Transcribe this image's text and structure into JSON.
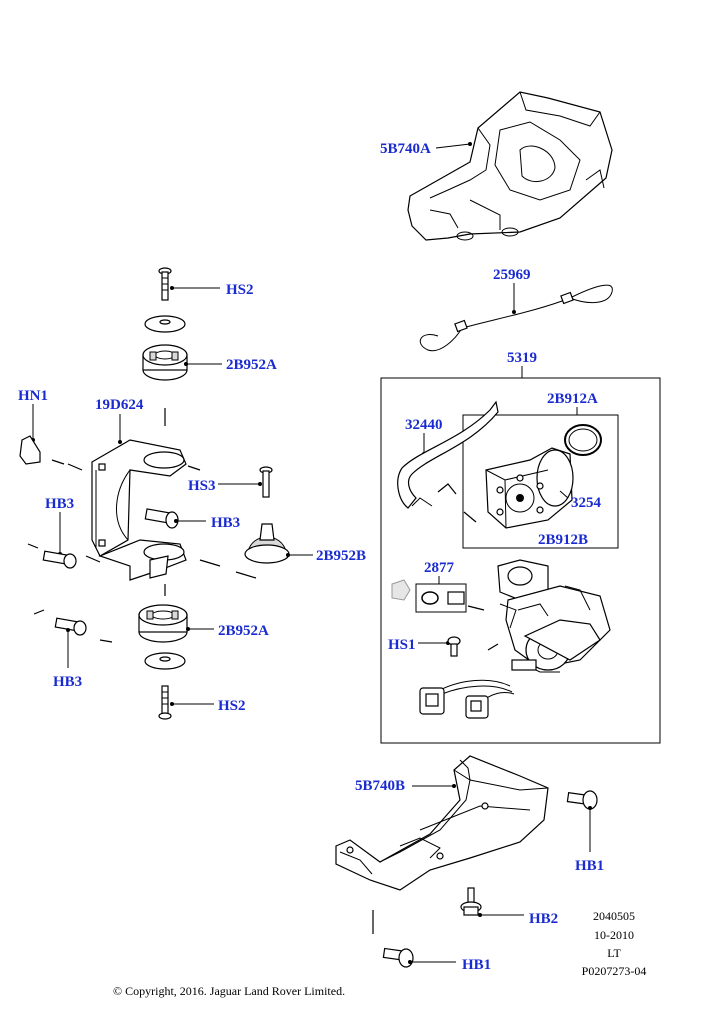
{
  "callouts": {
    "c5B740A_top": "5B740A",
    "c25969": "25969",
    "c5319": "5319",
    "c2B912A": "2B912A",
    "c32440": "32440",
    "c3254": "3254",
    "c2B912B": "2B912B",
    "c2877": "2877",
    "cHS1": "HS1",
    "cHS2_top": "HS2",
    "c2B952A_top": "2B952A",
    "cHN1": "HN1",
    "c19D624": "19D624",
    "cHS3": "HS3",
    "cHB3_left": "HB3",
    "cHB3_mid": "HB3",
    "c2B952B": "2B952B",
    "c2B952A_bot": "2B952A",
    "cHB3_bot": "HB3",
    "cHS2_bot": "HS2",
    "c5B740B": "5B740B",
    "cHB1_right": "HB1",
    "cHB2": "HB2",
    "cHB1_bot": "HB1"
  },
  "meta": {
    "line1": "2040505",
    "line2": "10-2010",
    "line3": "LT",
    "line4": "P0207273-04"
  },
  "copyright": "© Copyright, 2016. Jaguar Land Rover Limited.",
  "colors": {
    "callout": "#1a2bd0",
    "line": "#000000",
    "fill": "#ffffff",
    "shade": "#d9d9d9"
  }
}
